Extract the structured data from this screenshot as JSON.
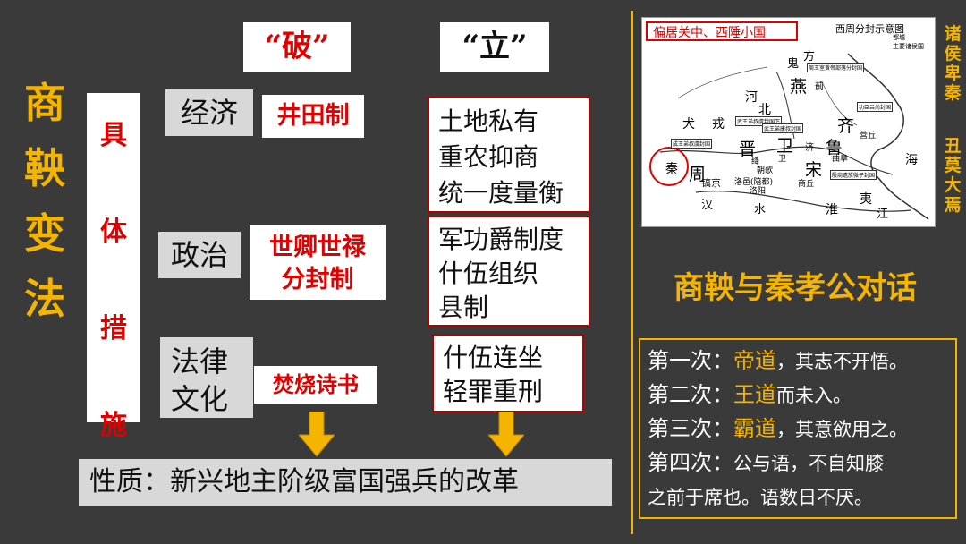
{
  "title_chars": [
    "商",
    "鞅",
    "变",
    "法"
  ],
  "specific_measures_chars": [
    "具",
    "体",
    "措",
    "施"
  ],
  "header_po": "“破”",
  "header_li": "“立”",
  "categories": {
    "economy": "经济",
    "politics": "政治",
    "law_culture_1": "法律",
    "law_culture_2": "文化"
  },
  "po_items": {
    "economy": "井田制",
    "politics_1": "世卿世禄",
    "politics_2": "分封制",
    "law_culture": "焚烧诗书"
  },
  "li_items": {
    "economy": [
      "土地私有",
      "重农抑商",
      "统一度量衡"
    ],
    "politics": [
      "军功爵制度",
      "什伍组织",
      "县制"
    ],
    "law": [
      "什伍连坐",
      "轻罪重刑"
    ]
  },
  "nature": "性质：新兴地主阶级富国强兵的改革",
  "map": {
    "caption": "偏居关中、西陲小国",
    "title": "西周分封示意图",
    "legend": [
      "都城",
      "主要诸侯国"
    ],
    "labels": [
      "鬼",
      "方",
      "燕",
      "蓟",
      "河",
      "北",
      "戎",
      "犬",
      "晋",
      "卫",
      "齐",
      "鲁",
      "宋",
      "周",
      "秦",
      "镐京",
      "洛邑(陪都)",
      "海",
      "淮",
      "夷",
      "水",
      "江",
      "汉",
      "济",
      "曲阜",
      "营丘",
      "商丘",
      "洛阳",
      "绛",
      "卫",
      "朝歌"
    ],
    "notes": [
      "周王室黄帝部落分封国",
      "武王弟叔虞封国下",
      "成王弟叔虞封国",
      "武王弟康叔封国",
      "功臣吕尚封国",
      "殷商遗族微子封国"
    ]
  },
  "side_vertical_1": [
    "诸",
    "侯",
    "卑",
    "秦"
  ],
  "side_vertical_2": [
    "丑",
    "莫",
    "大",
    "焉"
  ],
  "dialogue_title": "商鞅与秦孝公对话",
  "dialogue": [
    {
      "prefix": "第一次：",
      "highlight": "帝道",
      "rest": "，其志不开悟。"
    },
    {
      "prefix": "第二次：",
      "highlight": "王道",
      "rest": "而未入。"
    },
    {
      "prefix": "第三次：",
      "highlight": "霸道",
      "rest": "，其意欲用之。"
    },
    {
      "prefix": "第四次：",
      "highlight": "",
      "rest": "公与语，不自知膝"
    },
    {
      "prefix": "",
      "highlight": "",
      "rest": "之前于席也。语数日不厌。"
    }
  ],
  "colors": {
    "background": "#3a3a3a",
    "accent": "#f5b400",
    "red": "#e00000"
  }
}
